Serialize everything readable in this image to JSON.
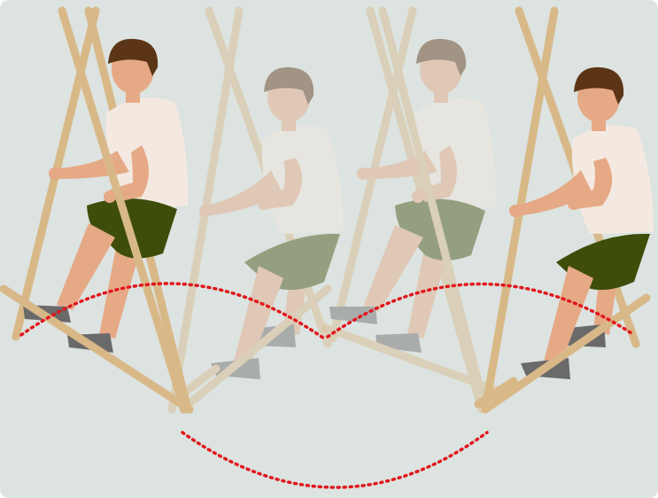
{
  "illustration": {
    "background_color": "#DCE3E0",
    "pole_color": "#D9B888",
    "skin_color": "#E6A985",
    "hair_color": "#5B3516",
    "shirt_color": "#F4E9E0",
    "shorts_color": "#3E4E0A",
    "shoe_color": "#6A6A6A",
    "trajectory_color": "#E2161C",
    "ghost_opacity": 0.45,
    "frames": [
      {
        "id": "frame-1",
        "ghost": false
      },
      {
        "id": "frame-2",
        "ghost": true
      },
      {
        "id": "frame-3",
        "ghost": true
      },
      {
        "id": "frame-4",
        "ghost": false
      }
    ]
  }
}
